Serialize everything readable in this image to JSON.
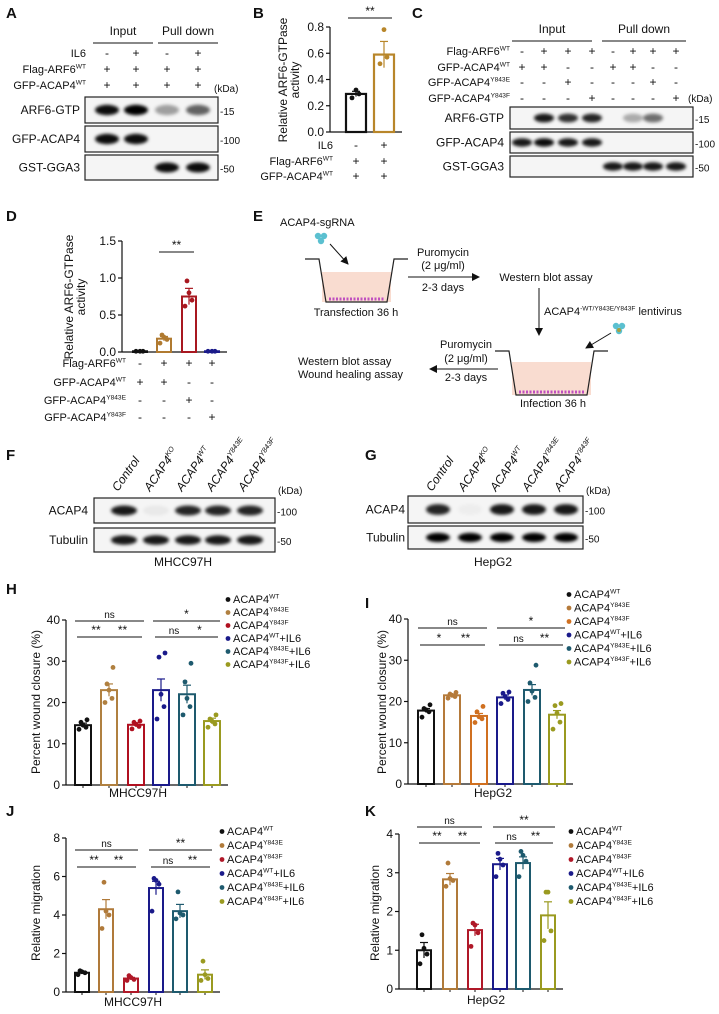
{
  "panel_letters": [
    "A",
    "B",
    "C",
    "D",
    "E",
    "F",
    "G",
    "H",
    "I",
    "J",
    "K"
  ],
  "kda_label": "(kDa)",
  "panel_a": {
    "headers": [
      "Input",
      "Pull down"
    ],
    "conditions": [
      {
        "label": {
          "base": "IL6"
        },
        "signs": [
          "-",
          "+",
          "-",
          "+"
        ]
      },
      {
        "label": {
          "base": "Flag-ARF6",
          "sup": "WT"
        },
        "signs": [
          "+",
          "+",
          "+",
          "+"
        ]
      },
      {
        "label": {
          "base": "GFP-ACAP4",
          "sup": "WT"
        },
        "signs": [
          "+",
          "+",
          "+",
          "+"
        ]
      }
    ],
    "blots": [
      {
        "name": "ARF6-GTP",
        "marker": "15",
        "bands": [
          0.95,
          1.0,
          0.35,
          0.6
        ]
      },
      {
        "name": "GFP-ACAP4",
        "marker": "100",
        "bands": [
          0.95,
          0.95,
          0,
          0
        ]
      },
      {
        "name": "GST-GGA3",
        "marker": "50",
        "bands": [
          0,
          0,
          0.95,
          0.95
        ]
      }
    ]
  },
  "panel_c": {
    "headers": [
      "Input",
      "Pull down"
    ],
    "conditions": [
      {
        "label": {
          "base": "Flag-ARF6",
          "sup": "WT"
        },
        "signs": [
          "-",
          "+",
          "+",
          "+",
          "-",
          "+",
          "+",
          "+"
        ]
      },
      {
        "label": {
          "base": "GFP-ACAP4",
          "sup": "WT"
        },
        "signs": [
          "+",
          "+",
          "-",
          "-",
          "+",
          "+",
          "-",
          "-"
        ]
      },
      {
        "label": {
          "base": "GFP-ACAP4",
          "sup": "Y843E"
        },
        "signs": [
          "-",
          "-",
          "+",
          "-",
          "-",
          "-",
          "+",
          "-"
        ]
      },
      {
        "label": {
          "base": "GFP-ACAP4",
          "sup": "Y843F"
        },
        "signs": [
          "-",
          "-",
          "-",
          "+",
          "-",
          "-",
          "-",
          "+"
        ]
      }
    ],
    "blots": [
      {
        "name": "ARF6-GTP",
        "marker": "15",
        "bands": [
          0,
          0.9,
          0.8,
          0.85,
          0,
          0.3,
          0.55,
          0
        ]
      },
      {
        "name": "GFP-ACAP4",
        "marker": "100",
        "bands": [
          0.9,
          0.95,
          0.9,
          0.9,
          0,
          0,
          0,
          0
        ]
      },
      {
        "name": "GST-GGA3",
        "marker": "50",
        "bands": [
          0,
          0,
          0,
          0,
          0.9,
          0.9,
          0.9,
          0.9
        ]
      }
    ]
  },
  "panel_e": {
    "sgrna": "ACAP4-sgRNA",
    "transfection": "Transfection 36 h",
    "puromycin": "Puromycin",
    "dose": "(2 μg/ml)",
    "duration": "2-3 days",
    "western": "Western blot assay",
    "lentivirus": {
      "base": "ACAP4",
      "sup": "-WT/Y843E/Y843F",
      "suffix": " lentivirus"
    },
    "infection": "Infection 36 h",
    "wound": "Wound healing assay",
    "colors": {
      "medium": "#f9dcd0",
      "cells": "#c050c0",
      "virus1": "#5bc0d0",
      "virus2": "#a8a040"
    }
  },
  "panel_f": {
    "lanes": [
      {
        "base": "Control"
      },
      {
        "base": "ACAP4",
        "sup": "KO"
      },
      {
        "base": "ACAP4",
        "sup": "WT"
      },
      {
        "base": "ACAP4",
        "sup": "Y843E"
      },
      {
        "base": "ACAP4",
        "sup": "Y843F"
      }
    ],
    "blots": [
      {
        "name": "ACAP4",
        "marker": "100",
        "bands": [
          0.9,
          0.05,
          0.85,
          0.85,
          0.85
        ]
      },
      {
        "name": "Tubulin",
        "marker": "50",
        "bands": [
          0.9,
          0.9,
          0.9,
          0.9,
          0.9
        ]
      }
    ],
    "cell_line": "MHCC97H"
  },
  "panel_g": {
    "lanes": [
      {
        "base": "Control"
      },
      {
        "base": "ACAP4",
        "sup": "KO"
      },
      {
        "base": "ACAP4",
        "sup": "WT"
      },
      {
        "base": "ACAP4",
        "sup": "Y843E"
      },
      {
        "base": "ACAP4",
        "sup": "Y843F"
      }
    ],
    "blots": [
      {
        "name": "ACAP4",
        "marker": "100",
        "bands": [
          0.85,
          0.03,
          0.9,
          0.9,
          0.9
        ]
      },
      {
        "name": "Tubulin",
        "marker": "50",
        "bands": [
          1,
          1,
          1,
          1,
          1
        ]
      }
    ],
    "cell_line": "HepG2"
  },
  "chart_data": [
    {
      "id": "B",
      "type": "bar",
      "ylabel": [
        "Relative ARF6-GTPase",
        "activity"
      ],
      "ylim": [
        0,
        0.8
      ],
      "yticks": [
        "0.0",
        "0.2",
        "0.4",
        "0.6",
        "0.8"
      ],
      "conditions": [
        {
          "label": {
            "base": "IL6"
          },
          "signs": [
            "-",
            "+"
          ]
        },
        {
          "label": {
            "base": "Flag-ARF6",
            "sup": "WT"
          },
          "signs": [
            "+",
            "+"
          ]
        },
        {
          "label": {
            "base": "GFP-ACAP4",
            "sup": "WT"
          },
          "signs": [
            "+",
            "+"
          ]
        }
      ],
      "values": [
        0.29,
        0.59
      ],
      "sem": [
        0.02,
        0.1
      ],
      "points": [
        [
          0.26,
          0.29,
          0.32
        ],
        [
          0.52,
          0.57,
          0.78
        ]
      ],
      "colors": [
        "#111111",
        "#b8862a"
      ],
      "significance": [
        {
          "from": 0,
          "to": 1,
          "text": "**",
          "level": 1
        }
      ]
    },
    {
      "id": "D",
      "type": "bar",
      "ylabel": [
        "Relative ARF6-GTPase",
        "activity"
      ],
      "ylim": [
        0,
        1.5
      ],
      "yticks": [
        "0.0",
        "0.5",
        "1.0",
        "1.5"
      ],
      "conditions": [
        {
          "label": {
            "base": "Flag-ARF6",
            "sup": "WT"
          },
          "signs": [
            "-",
            "+",
            "+",
            "+"
          ]
        },
        {
          "label": {
            "base": "GFP-ACAP4",
            "sup": "WT"
          },
          "signs": [
            "+",
            "+",
            "-",
            "-"
          ]
        },
        {
          "label": {
            "base": "GFP-ACAP4",
            "sup": "Y843E"
          },
          "signs": [
            "-",
            "-",
            "+",
            "-"
          ]
        },
        {
          "label": {
            "base": "GFP-ACAP4",
            "sup": "Y843F"
          },
          "signs": [
            "-",
            "-",
            "-",
            "+"
          ]
        }
      ],
      "values": [
        0.01,
        0.18,
        0.75,
        0.01
      ],
      "sem": [
        0.005,
        0.03,
        0.11,
        0.005
      ],
      "points": [
        [
          0.01,
          0.01,
          0.01
        ],
        [
          0.12,
          0.17,
          0.2,
          0.23
        ],
        [
          0.62,
          0.7,
          0.8,
          0.96
        ],
        [
          0.01,
          0.01,
          0.01
        ]
      ],
      "colors": [
        "#111111",
        "#b07a30",
        "#a81820",
        "#1a1a8a"
      ],
      "significance": [
        {
          "from": 1,
          "to": 2,
          "text": "**",
          "level": 1
        }
      ]
    },
    {
      "id": "H",
      "type": "bar",
      "ylabel": [
        "Percent wound closure (%)"
      ],
      "xlabel": "MHCC97H",
      "ylim": [
        0,
        40
      ],
      "yticks": [
        "0",
        "10",
        "20",
        "30",
        "40"
      ],
      "categories": [
        {
          "base": "ACAP4",
          "sup": "WT"
        },
        {
          "base": "ACAP4",
          "sup": "Y843E"
        },
        {
          "base": "ACAP4",
          "sup": "Y843F"
        },
        {
          "base": "ACAP4",
          "sup": "WT",
          "suffix": "+IL6"
        },
        {
          "base": "ACAP4",
          "sup": "Y843E",
          "suffix": "+IL6"
        },
        {
          "base": "ACAP4",
          "sup": "Y843F",
          "suffix": "+IL6"
        }
      ],
      "values": [
        14.5,
        23,
        14.6,
        23,
        22,
        15.5
      ],
      "sem": [
        0.5,
        1.5,
        0.5,
        2.7,
        2.2,
        0.7
      ],
      "points": [
        [
          13.5,
          14,
          14.5,
          15.2,
          15.8
        ],
        [
          20,
          21,
          23,
          24.5,
          28.5
        ],
        [
          13.6,
          14.2,
          14.7,
          15.2,
          15.5
        ],
        [
          16,
          19,
          22,
          31,
          32
        ],
        [
          17,
          19,
          21,
          25,
          29.5
        ],
        [
          14,
          14.8,
          15.5,
          16,
          17
        ]
      ],
      "colors": [
        "#111111",
        "#b08040",
        "#b01020",
        "#1a1a8a",
        "#1e5a6e",
        "#9a9a20"
      ],
      "legend": "right",
      "significance": [
        {
          "from": 0,
          "to": 2,
          "text": "ns",
          "level": 2
        },
        {
          "from": 0,
          "to": 1,
          "text": "**",
          "level": 1
        },
        {
          "from": 1,
          "to": 2,
          "text": "**",
          "level": 1
        },
        {
          "from": 3,
          "to": 5,
          "text": "*",
          "level": 2
        },
        {
          "from": 3,
          "to": 4,
          "text": "ns",
          "level": 1
        },
        {
          "from": 4,
          "to": 5,
          "text": "*",
          "level": 1
        }
      ]
    },
    {
      "id": "I",
      "type": "bar",
      "ylabel": [
        "Percent wound closure (%)"
      ],
      "xlabel": "HepG2",
      "ylim": [
        0,
        40
      ],
      "yticks": [
        "0",
        "10",
        "20",
        "30",
        "40"
      ],
      "categories": [
        {
          "base": "ACAP4",
          "sup": "WT"
        },
        {
          "base": "ACAP4",
          "sup": "Y843E"
        },
        {
          "base": "ACAP4",
          "sup": "Y843F"
        },
        {
          "base": "ACAP4",
          "sup": "WT",
          "suffix": "+IL6"
        },
        {
          "base": "ACAP4",
          "sup": "Y843E",
          "suffix": "+IL6"
        },
        {
          "base": "ACAP4",
          "sup": "Y843F",
          "suffix": "+IL6"
        }
      ],
      "values": [
        17.8,
        21.5,
        16.5,
        21,
        22.8,
        16.8
      ],
      "sem": [
        0.5,
        0.3,
        0.6,
        0.6,
        1.3,
        1.0
      ],
      "points": [
        [
          16.2,
          17.5,
          18,
          18.3,
          19.2
        ],
        [
          20.8,
          21.2,
          21.5,
          21.8,
          22.2
        ],
        [
          14.9,
          15.8,
          16.3,
          17.5,
          18.8
        ],
        [
          19.5,
          20.5,
          21.2,
          22,
          22.3
        ],
        [
          20,
          21,
          22.5,
          24.5,
          28.8
        ],
        [
          13.3,
          15,
          17.2,
          19,
          19.5
        ]
      ],
      "colors": [
        "#111111",
        "#b57a3a",
        "#d07020",
        "#1a1a8a",
        "#1e5a6e",
        "#9a9a20"
      ],
      "legend": "right",
      "significance": [
        {
          "from": 0,
          "to": 2,
          "text": "ns",
          "level": 2
        },
        {
          "from": 0,
          "to": 1,
          "text": "*",
          "level": 1
        },
        {
          "from": 1,
          "to": 2,
          "text": "**",
          "level": 1
        },
        {
          "from": 3,
          "to": 5,
          "text": "*",
          "level": 2
        },
        {
          "from": 3,
          "to": 4,
          "text": "ns",
          "level": 1
        },
        {
          "from": 4,
          "to": 5,
          "text": "**",
          "level": 1
        }
      ]
    },
    {
      "id": "J",
      "type": "bar",
      "ylabel": [
        "Relative migration"
      ],
      "xlabel": "MHCC97H",
      "ylim": [
        0,
        8
      ],
      "yticks": [
        "0",
        "2",
        "4",
        "6",
        "8"
      ],
      "categories": [
        {
          "base": "ACAP4",
          "sup": "WT"
        },
        {
          "base": "ACAP4",
          "sup": "Y843E"
        },
        {
          "base": "ACAP4",
          "sup": "Y843F"
        },
        {
          "base": "ACAP4",
          "sup": "WT",
          "suffix": "+IL6"
        },
        {
          "base": "ACAP4",
          "sup": "Y843E",
          "suffix": "+IL6"
        },
        {
          "base": "ACAP4",
          "sup": "Y843F",
          "suffix": "+IL6"
        }
      ],
      "values": [
        1.0,
        4.3,
        0.7,
        5.4,
        4.2,
        0.9
      ],
      "sem": [
        0.05,
        0.5,
        0.06,
        0.35,
        0.35,
        0.25
      ],
      "points": [
        [
          0.9,
          1.0,
          1.05,
          1.1
        ],
        [
          3.3,
          4.0,
          4.2,
          5.7
        ],
        [
          0.6,
          0.65,
          0.75,
          0.85
        ],
        [
          4.2,
          5.6,
          5.8,
          5.9
        ],
        [
          3.8,
          4.0,
          4.1,
          5.2
        ],
        [
          0.6,
          0.7,
          0.9,
          1.6
        ]
      ],
      "colors": [
        "#111111",
        "#b07a3a",
        "#b01828",
        "#1a1a8a",
        "#1e5a6e",
        "#9a9a20"
      ],
      "legend": "right",
      "significance": [
        {
          "from": 0,
          "to": 2,
          "text": "ns",
          "level": 2
        },
        {
          "from": 0,
          "to": 1,
          "text": "**",
          "level": 1
        },
        {
          "from": 1,
          "to": 2,
          "text": "**",
          "level": 1
        },
        {
          "from": 3,
          "to": 5,
          "text": "**",
          "level": 2
        },
        {
          "from": 3,
          "to": 4,
          "text": "ns",
          "level": 1
        },
        {
          "from": 4,
          "to": 5,
          "text": "**",
          "level": 1
        }
      ]
    },
    {
      "id": "K",
      "type": "bar",
      "ylabel": [
        "Relative migration"
      ],
      "xlabel": "HepG2",
      "ylim": [
        0,
        4
      ],
      "yticks": [
        "0",
        "1",
        "2",
        "3",
        "4"
      ],
      "categories": [
        {
          "base": "ACAP4",
          "sup": "WT"
        },
        {
          "base": "ACAP4",
          "sup": "Y843E"
        },
        {
          "base": "ACAP4",
          "sup": "Y843F"
        },
        {
          "base": "ACAP4",
          "sup": "WT",
          "suffix": "+IL6"
        },
        {
          "base": "ACAP4",
          "sup": "Y843E",
          "suffix": "+IL6"
        },
        {
          "base": "ACAP4",
          "sup": "Y843F",
          "suffix": "+IL6"
        }
      ],
      "values": [
        1.0,
        2.83,
        1.52,
        3.22,
        3.25,
        1.9
      ],
      "sem": [
        0.2,
        0.15,
        0.15,
        0.15,
        0.16,
        0.35
      ],
      "points": [
        [
          0.65,
          0.9,
          1.05,
          1.4
        ],
        [
          2.65,
          2.8,
          2.85,
          3.25
        ],
        [
          1.1,
          1.45,
          1.65,
          1.7
        ],
        [
          2.9,
          3.2,
          3.35,
          3.5
        ],
        [
          2.9,
          3.3,
          3.45,
          3.55
        ],
        [
          1.25,
          1.5,
          2.5,
          2.5
        ]
      ],
      "colors": [
        "#111111",
        "#b07a3a",
        "#b01828",
        "#1a1a8a",
        "#1e5a6e",
        "#9a9a20"
      ],
      "legend": "right",
      "significance": [
        {
          "from": 0,
          "to": 2,
          "text": "ns",
          "level": 2
        },
        {
          "from": 0,
          "to": 1,
          "text": "**",
          "level": 1
        },
        {
          "from": 1,
          "to": 2,
          "text": "**",
          "level": 1
        },
        {
          "from": 3,
          "to": 5,
          "text": "**",
          "level": 2
        },
        {
          "from": 3,
          "to": 4,
          "text": "ns",
          "level": 1
        },
        {
          "from": 4,
          "to": 5,
          "text": "**",
          "level": 1
        }
      ]
    }
  ]
}
